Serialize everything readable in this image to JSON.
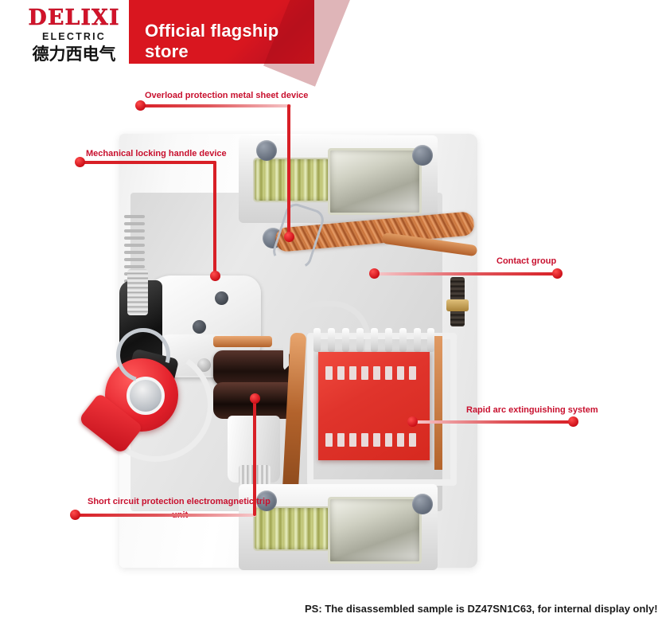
{
  "header": {
    "logo_main": "DELIXI",
    "logo_sub": "ELECTRIC",
    "logo_cn": "德力西电气",
    "banner_text": "Official flagship store",
    "banner_color": "#d9161f",
    "logo_color": "#d2132a"
  },
  "product": {
    "name": "DZ47SN1C63 miniature circuit breaker cutaway",
    "accent_color": "#d81f26",
    "arc_chute_color": "#e0342c",
    "handle_color": "#e3202a"
  },
  "annotations": [
    {
      "id": "overload",
      "label": "Overload protection metal sheet device"
    },
    {
      "id": "mechanical-lock",
      "label": "Mechanical locking handle device"
    },
    {
      "id": "contact-group",
      "label": "Contact group"
    },
    {
      "id": "arc-system",
      "label": "Rapid arc extinguishing system"
    },
    {
      "id": "short-circuit-line1",
      "label": "Short circuit protection electromagnetic trip"
    },
    {
      "id": "short-circuit-line2",
      "label": "unit"
    }
  ],
  "footer": {
    "note": "PS: The disassembled sample is DZ47SN1C63, for internal display only!"
  }
}
